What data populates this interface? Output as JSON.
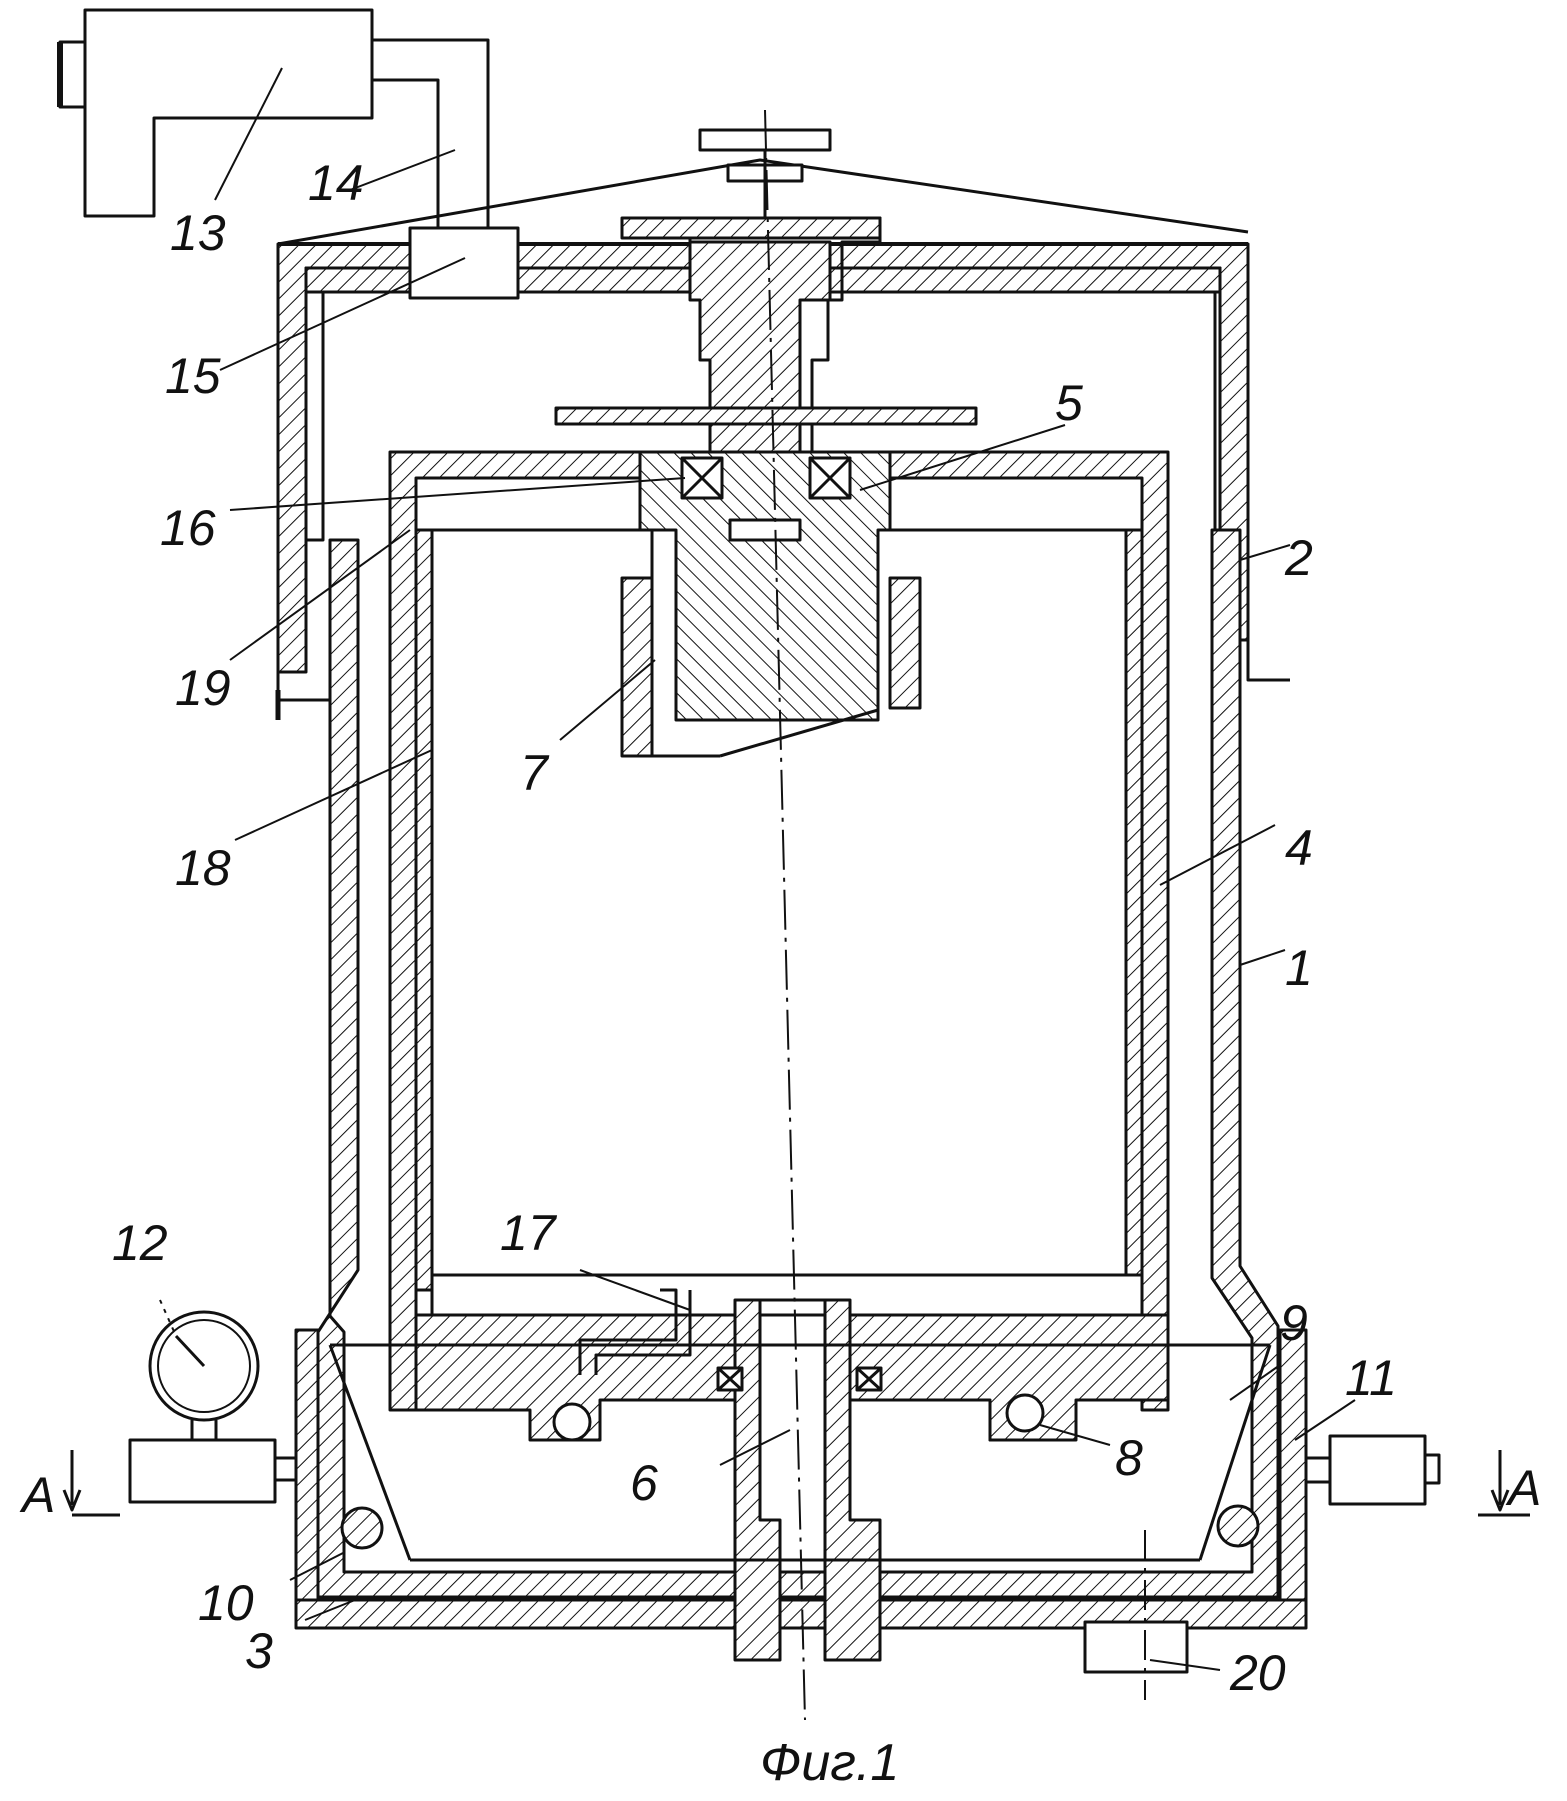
{
  "figure": {
    "caption": "Фиг.1",
    "section_mark": "A",
    "labels": {
      "l1": "1",
      "l2": "2",
      "l3": "3",
      "l4": "4",
      "l5": "5",
      "l6": "6",
      "l7": "7",
      "l8": "8",
      "l9": "9",
      "l10": "10",
      "l11": "11",
      "l12": "12",
      "l13": "13",
      "l14": "14",
      "l15": "15",
      "l16": "16",
      "l17": "17",
      "l18": "18",
      "l19": "19",
      "l20": "20"
    }
  }
}
